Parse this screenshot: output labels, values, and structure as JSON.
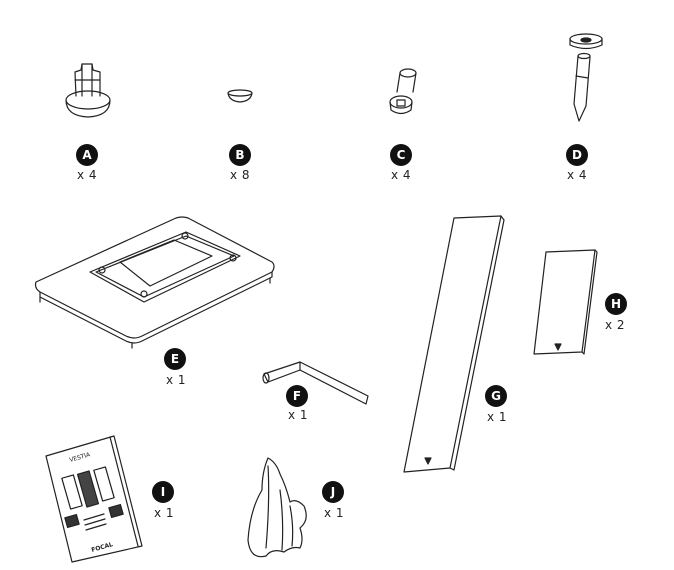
{
  "parts": [
    {
      "id": "A",
      "label": "A",
      "quantity": "x 4"
    },
    {
      "id": "B",
      "label": "B",
      "quantity": "x 8"
    },
    {
      "id": "C",
      "label": "C",
      "quantity": "x 4"
    },
    {
      "id": "D",
      "label": "D",
      "quantity": "x 4"
    },
    {
      "id": "E",
      "label": "E",
      "quantity": "x 1"
    },
    {
      "id": "F",
      "label": "F",
      "quantity": "x 1"
    },
    {
      "id": "G",
      "label": "G",
      "quantity": "x 1"
    },
    {
      "id": "H",
      "label": "H",
      "quantity": "x 2"
    },
    {
      "id": "I",
      "label": "I",
      "quantity": "x 1"
    },
    {
      "id": "J",
      "label": "J",
      "quantity": "x 1"
    }
  ],
  "manual": {
    "title": "VESTIA",
    "brand": "FOCAL"
  },
  "colors": {
    "line": "#222222",
    "badge": "#111111",
    "badge_text": "#ffffff",
    "background": "#ffffff"
  }
}
